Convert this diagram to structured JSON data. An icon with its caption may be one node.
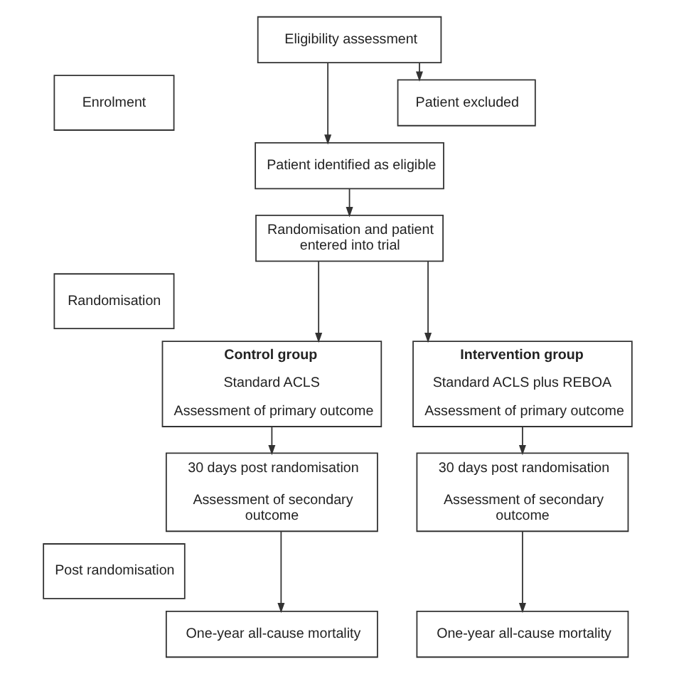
{
  "diagram": {
    "nodes": [
      {
        "text": [
          "Enrolment"
        ]
      },
      {
        "text": [
          "Randomisation"
        ]
      },
      {
        "text": [
          "Post randomisation"
        ]
      },
      {
        "text": [
          "Eligibility assessment"
        ]
      },
      {
        "text": [
          "Patient excluded"
        ]
      },
      {
        "text": [
          "Patient identified as eligible"
        ]
      },
      {
        "text": [
          "Randomisation and patient entered into trial"
        ]
      },
      {
        "text": [
          "Control group",
          "Standard ACLS",
          "Assessment of primary outcome"
        ]
      },
      {
        "text": [
          "Intervention group",
          "Standard ACLS plus REBOA",
          "Assessment of primary outcome"
        ]
      },
      {
        "text": [
          "30 days post randomisation",
          "Assessment of secondary outcome"
        ]
      },
      {
        "text": [
          "30 days post randomisation",
          "Assessment of secondary outcome"
        ]
      },
      {
        "text": [
          "One-year all-cause mortality"
        ]
      },
      {
        "text": [
          "One-year all-cause mortality"
        ]
      }
    ],
    "edges": [
      {
        "from": 3,
        "to": 5,
        "arrow": "to"
      },
      {
        "from": 3,
        "to": 4,
        "arrow": "to"
      },
      {
        "from": 5,
        "to": 6,
        "arrow": "to"
      },
      {
        "from": 6,
        "to": 7,
        "arrow": "to"
      },
      {
        "from": 6,
        "to": 8,
        "arrow": "to"
      },
      {
        "from": 7,
        "to": 9,
        "arrow": "to"
      },
      {
        "from": 8,
        "to": 10,
        "arrow": "to"
      },
      {
        "from": 9,
        "to": 11,
        "arrow": "to"
      },
      {
        "from": 10,
        "to": 12,
        "arrow": "to"
      }
    ]
  }
}
